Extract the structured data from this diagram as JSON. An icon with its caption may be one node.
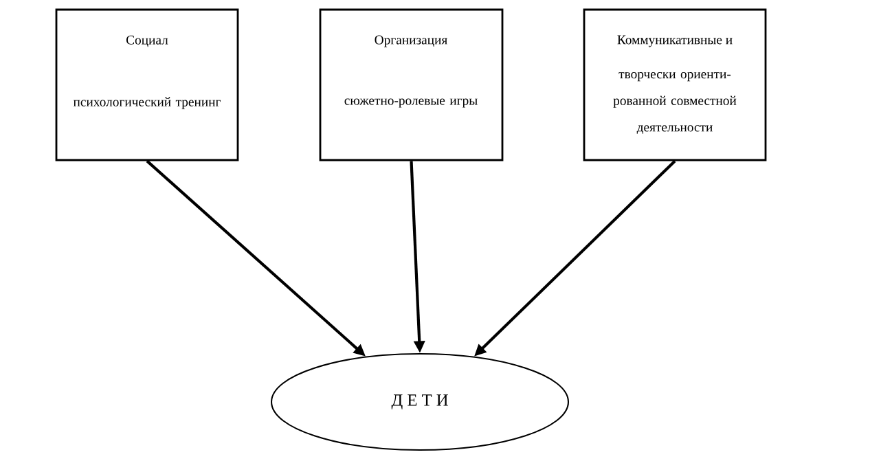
{
  "diagram": {
    "nodes": [
      {
        "text": [
          "Социал",
          "психологический тренинг"
        ]
      },
      {
        "text": [
          "Организация",
          "сюжетно-ролевые игры"
        ]
      },
      {
        "text": [
          "Коммуникативные и",
          "творчески ориенти- рованной совместной деятельности"
        ]
      },
      {
        "text": [
          "Д Е Т И"
        ]
      }
    ],
    "edges": [
      {
        "from": 0,
        "to": 3,
        "arrow": "to"
      },
      {
        "from": 1,
        "to": 3,
        "arrow": "to"
      },
      {
        "from": 2,
        "to": 3,
        "arrow": "to"
      }
    ]
  }
}
